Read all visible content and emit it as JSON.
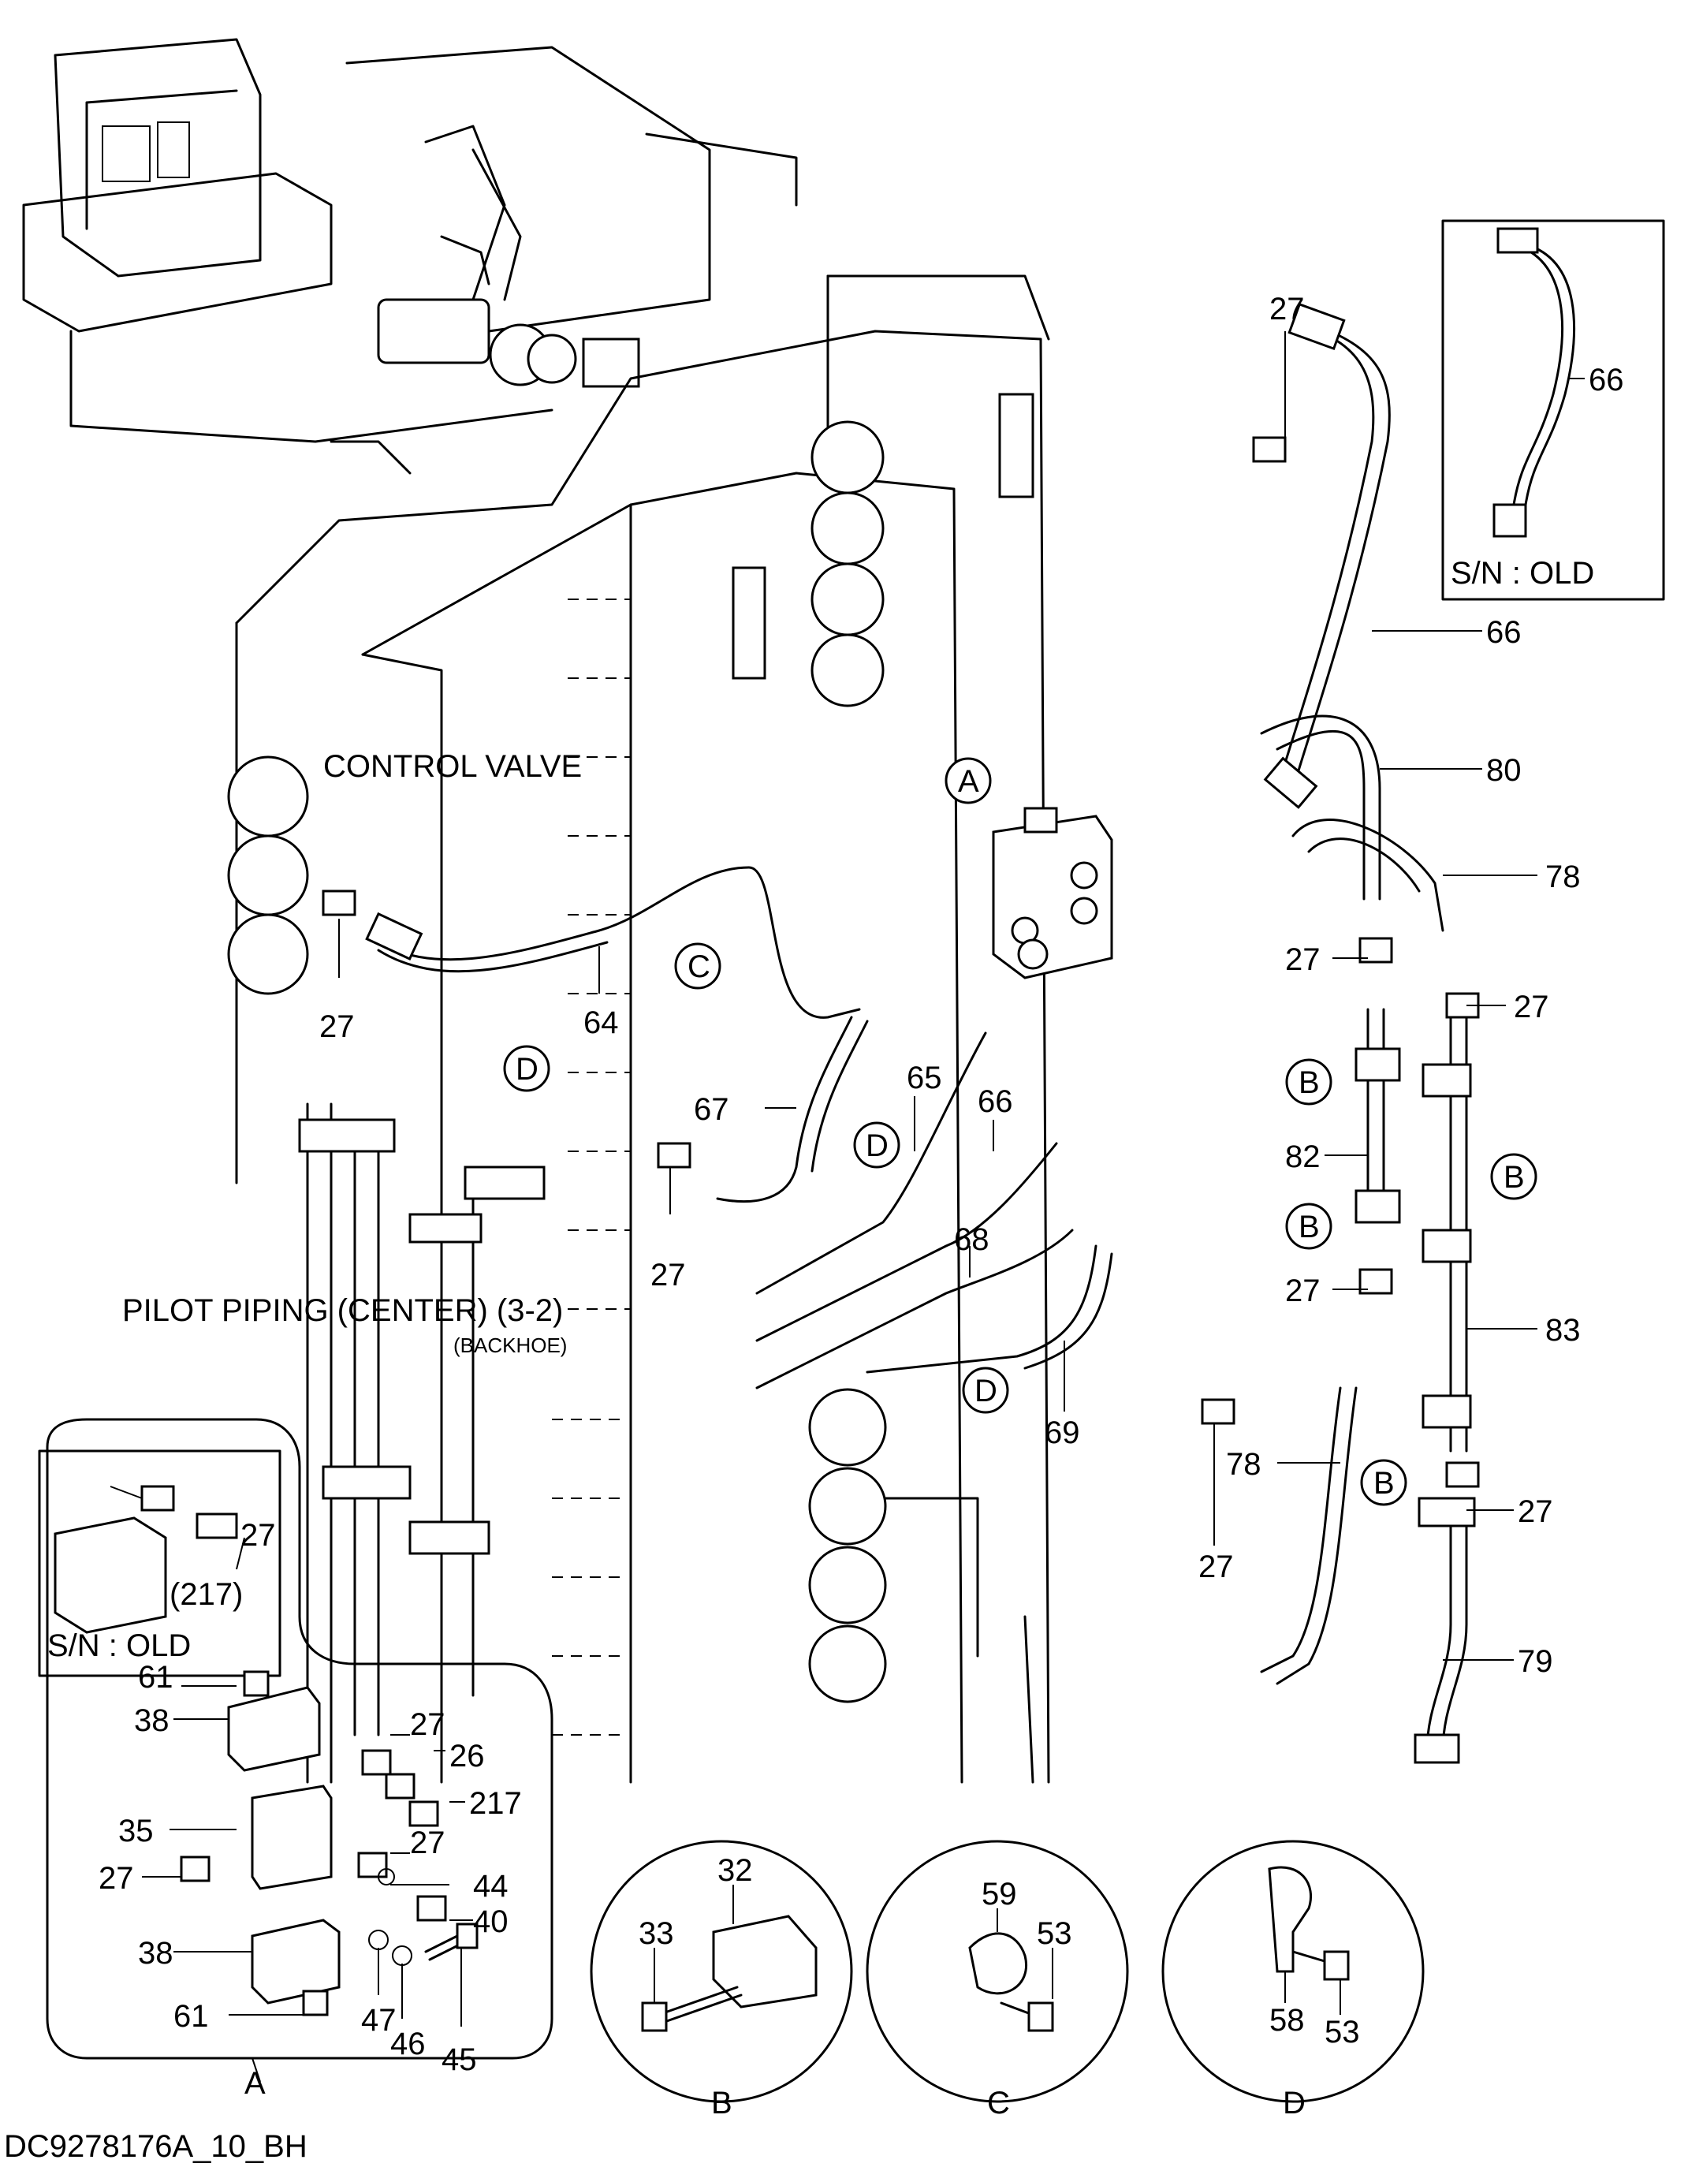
{
  "drawing_id": "DC9278176A_10_BH",
  "titles": {
    "control_valve": "CONTROL VALVE",
    "pilot_piping": "PILOT PIPING (CENTER) (3-2)",
    "backhoe": "(BACKHOE)"
  },
  "serial_note": "S/N : OLD",
  "view_refs": [
    "A",
    "B",
    "C",
    "D"
  ],
  "callouts": {
    "c27a": "27",
    "c27b": "27",
    "c27c": "27",
    "c27d": "27",
    "c27e": "27",
    "c27f": "27",
    "c27g": "27",
    "c64": "64",
    "c65": "65",
    "c66a": "66",
    "c66b": "66",
    "c66c": "66",
    "c67": "67",
    "c68": "68",
    "c69": "69",
    "c78a": "78",
    "c78b": "78",
    "c79": "79",
    "c80": "80",
    "c82": "82",
    "c83": "83"
  },
  "detail_a": {
    "c61a": "61",
    "c61b": "61",
    "c38a": "38",
    "c38b": "38",
    "c35": "35",
    "c27a": "27",
    "c27b": "27",
    "c27c": "27",
    "c27d": "27",
    "c26": "26",
    "c217": "217",
    "c217p": "(217)",
    "c44": "44",
    "c40": "40",
    "c47": "47",
    "c46": "46",
    "c45": "45"
  },
  "detail_b": {
    "c32": "32",
    "c33": "33"
  },
  "detail_c": {
    "c59": "59",
    "c53": "53"
  },
  "detail_d": {
    "c58": "58",
    "c53": "53"
  }
}
